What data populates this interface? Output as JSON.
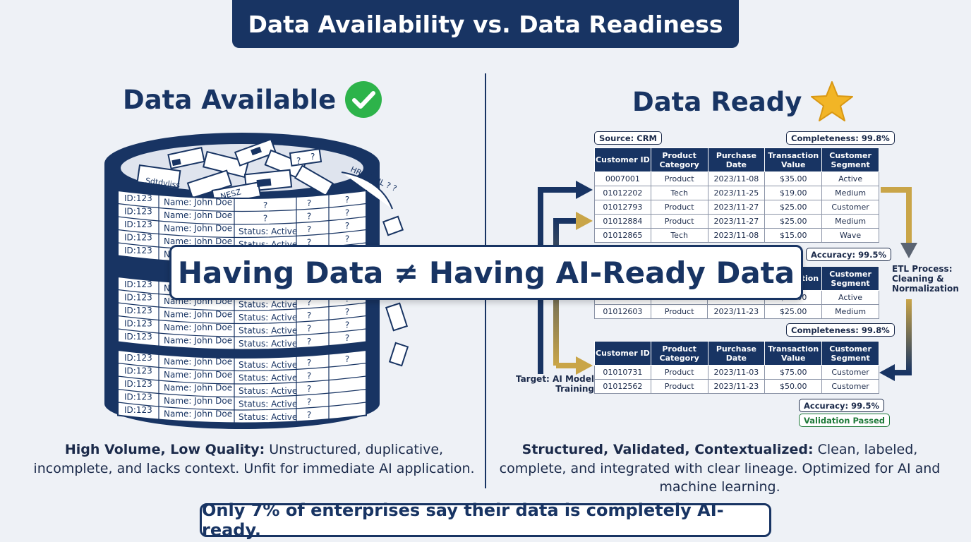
{
  "title": "Data Availability vs. Data Readiness",
  "left": {
    "heading": "Data Available",
    "desc_bold": "High Volume, Low Quality:",
    "desc_rest": " Unstructured, duplicative, incomplete, and lacks context. Unfit for immediate AI application.",
    "record_id": "ID:123",
    "record_name": "Name: John Doe",
    "record_status": "Status: Active",
    "record_unknown": "?",
    "scrap_labels": [
      "Sdtdvliss",
      "NESZ",
      "HRSAVUL ? ?"
    ]
  },
  "right": {
    "heading": "Data Ready",
    "desc_bold": "Structured, Validated, Contextualized:",
    "desc_rest": " Clean, labeled, complete, and integrated with clear lineage. Optimized for AI and machine learning.",
    "source_label": "Source: CRM",
    "completeness_label": "Completeness: 99.8%",
    "accuracy_label": "Accuracy: 99.5%",
    "validation_label": "Validation Passed",
    "etl_label": "ETL Process: Cleaning & Normalization",
    "target_label": "Target: AI Model Training",
    "table1": {
      "headers": [
        "Customer ID",
        "Product Category",
        "Purchase Date",
        "Transaction Value",
        "Customer Segment"
      ],
      "rows": [
        [
          "0007001",
          "Product",
          "2023/11-08",
          "$35.00",
          "Active"
        ],
        [
          "01012202",
          "Tech",
          "2023/11-25",
          "$19.00",
          "Medium"
        ],
        [
          "01012793",
          "Product",
          "2023/11-27",
          "$25.00",
          "Customer"
        ],
        [
          "01012884",
          "Product",
          "2023/11-27",
          "$25.00",
          "Medium"
        ],
        [
          "01012865",
          "Tech",
          "2023/11-08",
          "$15.00",
          "Wave"
        ]
      ]
    },
    "table2": {
      "headers": [
        "",
        "",
        "",
        "Transaction",
        "Customer Segment"
      ],
      "rows": [
        [
          "",
          "",
          "",
          "$25.00",
          "Active"
        ],
        [
          "01012603",
          "Product",
          "2023/11-23",
          "$25.00",
          "Medium"
        ]
      ]
    },
    "table3": {
      "headers": [
        "Customer ID",
        "Product Category",
        "Purchase Date",
        "Transaction Value",
        "Customer Segment"
      ],
      "rows": [
        [
          "01010731",
          "Product",
          "2023/11-03",
          "$75.00",
          "Customer"
        ],
        [
          "01012562",
          "Product",
          "2023/11-23",
          "$50.00",
          "Customer"
        ]
      ]
    }
  },
  "banner": "Having Data ≠ Having AI-Ready Data",
  "footer": "Only 7% of enterprises say their data is completely AI-ready.",
  "colors": {
    "navy": "#183463",
    "gold": "#c9a548",
    "green": "#2db34a",
    "star": "#f2b526"
  }
}
